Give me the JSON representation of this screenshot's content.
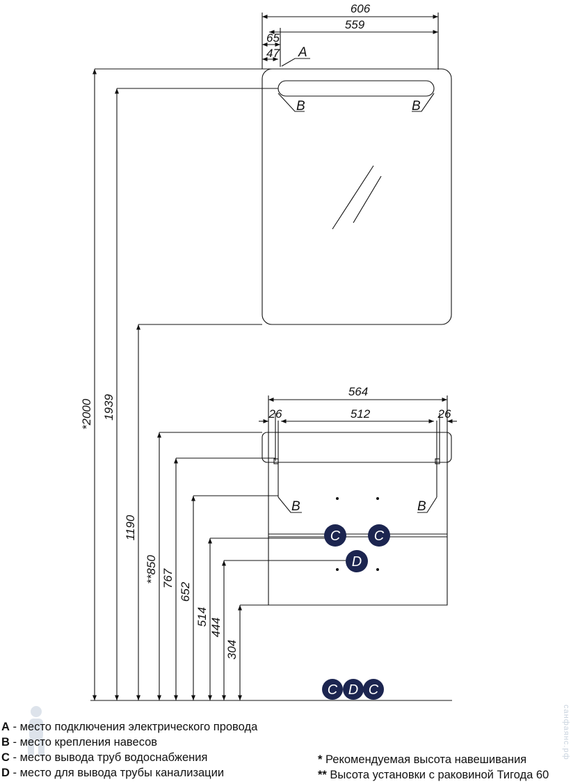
{
  "dimensions": {
    "top_width": "606",
    "mirror_inner": "559",
    "offset_65": "65",
    "offset_47": "47",
    "total_height": "*2000",
    "height_1939": "1939",
    "height_1190": "1190",
    "height_850": "**850",
    "height_767": "767",
    "height_652": "652",
    "height_514": "514",
    "height_444": "444",
    "height_304": "304",
    "cabinet_width": "564",
    "cabinet_inner": "512",
    "side_left": "26",
    "side_right": "26"
  },
  "tags": {
    "a": "A",
    "b": "B",
    "c": "C",
    "d": "D"
  },
  "legend": {
    "a_key": "A",
    "a_text": " - место подключения электрического провода",
    "b_key": "B",
    "b_text": " - место крепления навесов",
    "c_key": "C",
    "c_text": " - место вывода труб водоснабжения",
    "d_key": "D",
    "d_text": " - место для вывода трубы канализации",
    "note1_key": "*",
    "note1_text": " Рекомендуемая высота навешивания",
    "note2_key": "**",
    "note2_text": " Высота установки с раковиной Тигода 60"
  },
  "watermark": "санфаянс.рф",
  "colors": {
    "line": "#111111",
    "marker_fill": "#1c2550"
  }
}
